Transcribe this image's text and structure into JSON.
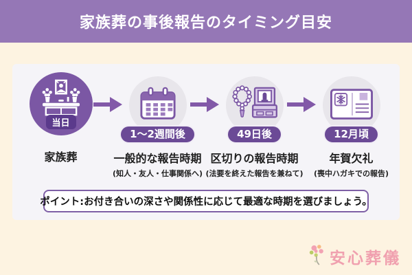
{
  "header": {
    "title": "家族葬の事後報告のタイミング目安",
    "bg_color": "#9577b6",
    "text_color": "#ffffff"
  },
  "page": {
    "background_color": "#fdf3e1",
    "card_color": "#f5f4f8"
  },
  "steps": [
    {
      "time": "当日",
      "label": "家族葬",
      "sub": "",
      "icon": "funeral-altar-icon",
      "style": "dark-circle"
    },
    {
      "time": "1〜2週間後",
      "label": "一般的な報告時期",
      "sub": "(知人・友人・仕事関係へ)",
      "icon": "calendar-icon",
      "style": "light-circle"
    },
    {
      "time": "49日後",
      "label": "区切りの報告時期",
      "sub": "(法要を終えた報告を兼ねて)",
      "icon": "juzu-beads-altar-icon",
      "style": "light-circle"
    },
    {
      "time": "12月頃",
      "label": "年賀欠礼",
      "sub": "(喪中ハガキでの報告)",
      "icon": "mourning-postcard-icon",
      "style": "light-circle"
    }
  ],
  "point": {
    "text": "ポイント:お付き合いの深さや関係性に応じて最適な時期を選びましょう。"
  },
  "logo": {
    "text": "安心葬儀",
    "icon": "flower-bouquet-icon",
    "text_color": "#f0a0af"
  },
  "colors": {
    "accent_dark_purple": "#6b4a96",
    "step_circle_dark": "#7b57a4",
    "step_circle_light": "#e8e6eb",
    "arrow_purple": "#8259a8",
    "icon_stroke": "#7b57a4",
    "point_border": "#7e5fa6"
  }
}
